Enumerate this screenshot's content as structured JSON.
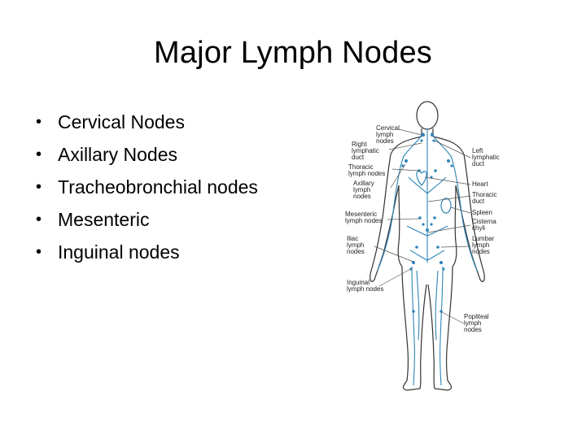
{
  "slide": {
    "title": "Major Lymph Nodes",
    "bullets": [
      "Cervical Nodes",
      "Axillary Nodes",
      "Tracheobronchial nodes",
      "Mesenteric",
      "Inguinal nodes"
    ]
  },
  "diagram": {
    "left_labels": [
      [
        "Cervical",
        "lymph",
        "nodes"
      ],
      [
        "Right",
        "lymphatic",
        "duct"
      ],
      [
        "Thoracic",
        "lymph nodes"
      ],
      [
        "Axillary",
        "lymph",
        "nodes"
      ],
      [
        "Mesenteric",
        "lymph nodes"
      ],
      [
        "Iliac",
        "lymph",
        "nodes"
      ],
      [
        "Inguinal",
        "lymph nodes"
      ]
    ],
    "right_labels": [
      [
        "Left",
        "lymphatic",
        "duct"
      ],
      [
        "Heart"
      ],
      [
        "Thoracic",
        "duct"
      ],
      [
        "Spleen"
      ],
      [
        "Cisterna",
        "chyli"
      ],
      [
        "Lumbar",
        "lymph",
        "nodes"
      ],
      [
        "Popliteal",
        "lymph",
        "nodes"
      ]
    ],
    "colors": {
      "lymph_vessel": "#2f86b8",
      "outline": "#333333",
      "leader_line": "#555555"
    }
  }
}
